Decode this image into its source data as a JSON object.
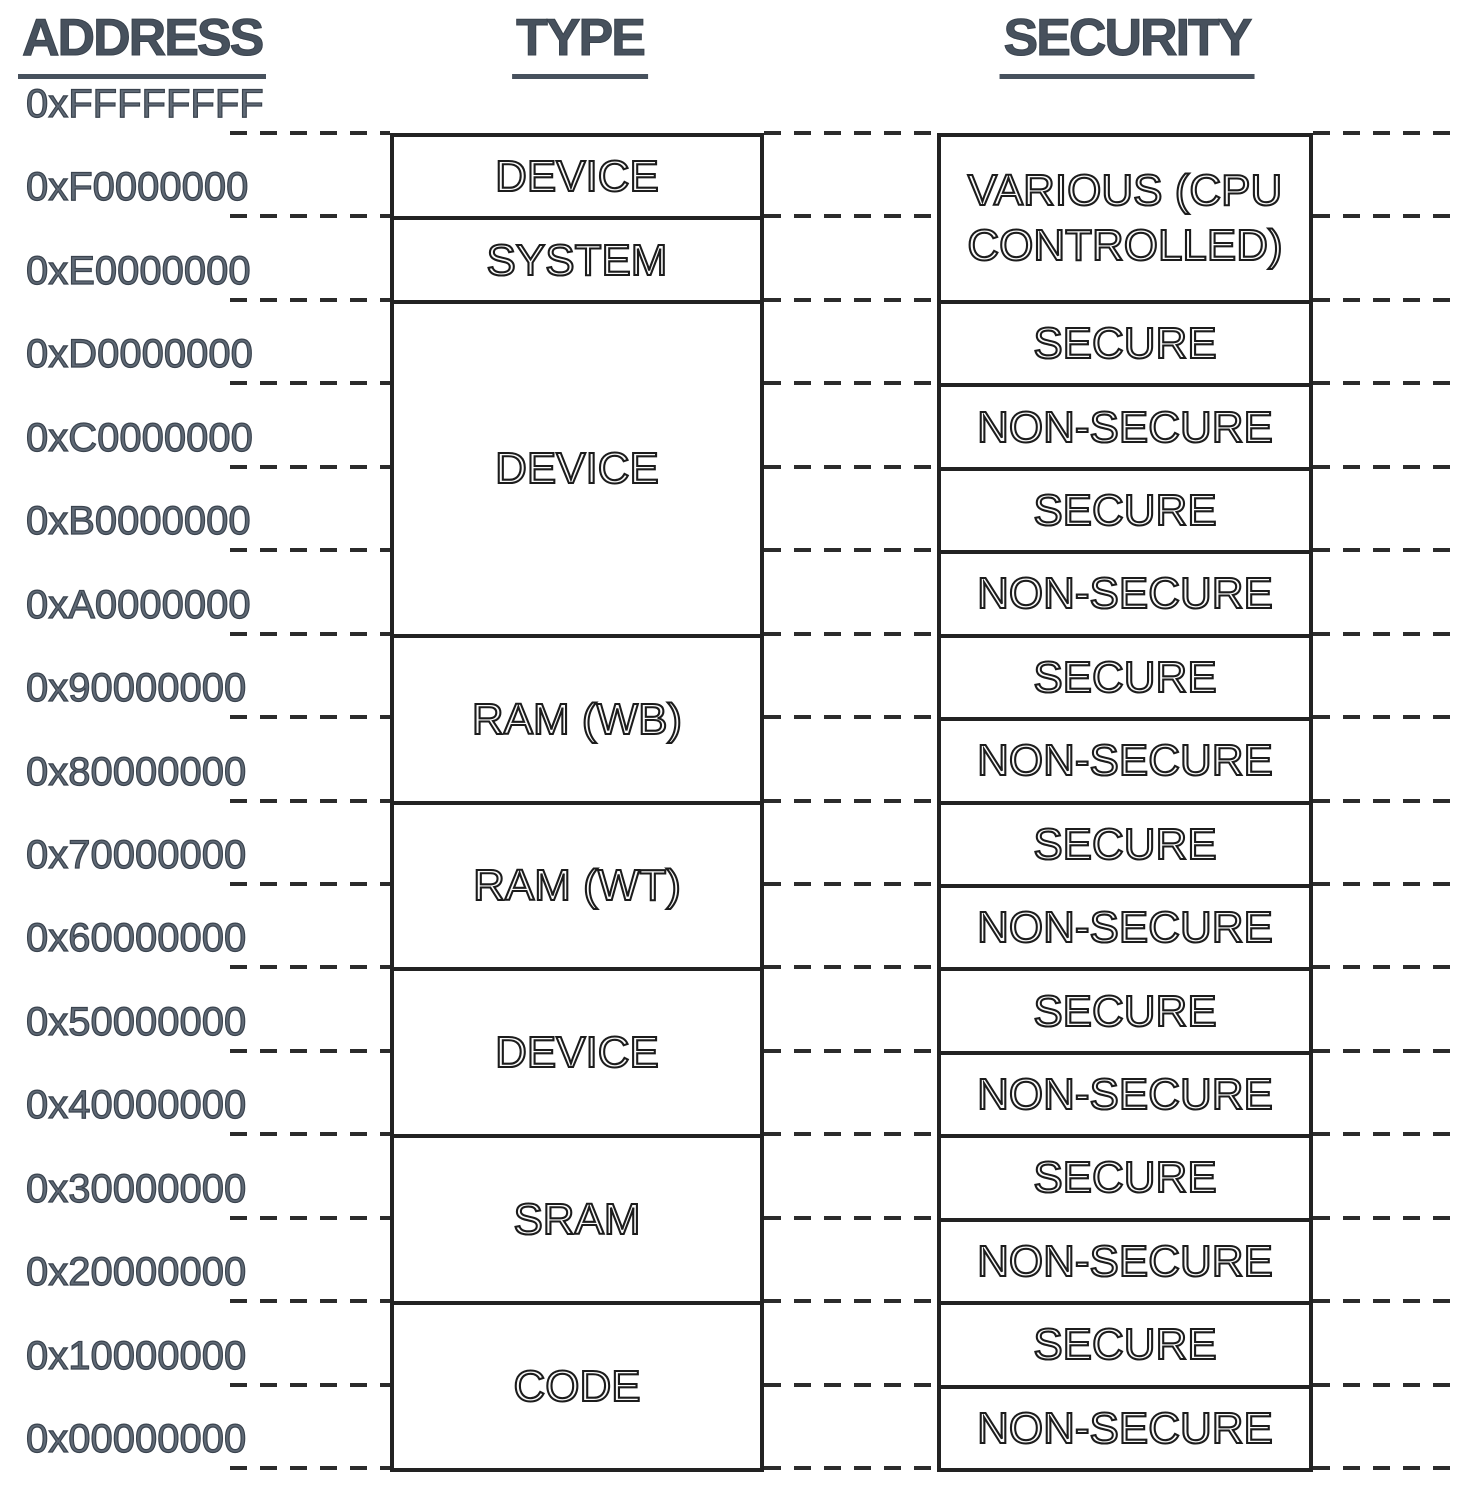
{
  "diagram": {
    "columns": {
      "address": {
        "header": "ADDRESS"
      },
      "type": {
        "header": "TYPE"
      },
      "security": {
        "header": "SECURITY"
      }
    },
    "addresses": [
      "0xFFFFFFFF",
      "0xF0000000",
      "0xE0000000",
      "0xD0000000",
      "0xC0000000",
      "0xB0000000",
      "0xA0000000",
      "0x90000000",
      "0x80000000",
      "0x70000000",
      "0x60000000",
      "0x50000000",
      "0x40000000",
      "0x30000000",
      "0x20000000",
      "0x10000000",
      "0x00000000"
    ],
    "type_segments": [
      {
        "label": "DEVICE",
        "span": 1
      },
      {
        "label": "SYSTEM",
        "span": 1
      },
      {
        "label": "DEVICE",
        "span": 4
      },
      {
        "label": "RAM (WB)",
        "span": 2
      },
      {
        "label": "RAM (WT)",
        "span": 2
      },
      {
        "label": "DEVICE",
        "span": 2
      },
      {
        "label": "SRAM",
        "span": 2
      },
      {
        "label": "CODE",
        "span": 2
      }
    ],
    "security_segments": [
      {
        "label": "VARIOUS (CPU CONTROLLED)",
        "span": 2
      },
      {
        "label": "SECURE",
        "span": 1
      },
      {
        "label": "NON-SECURE",
        "span": 1
      },
      {
        "label": "SECURE",
        "span": 1
      },
      {
        "label": "NON-SECURE",
        "span": 1
      },
      {
        "label": "SECURE",
        "span": 1
      },
      {
        "label": "NON-SECURE",
        "span": 1
      },
      {
        "label": "SECURE",
        "span": 1
      },
      {
        "label": "NON-SECURE",
        "span": 1
      },
      {
        "label": "SECURE",
        "span": 1
      },
      {
        "label": "NON-SECURE",
        "span": 1
      },
      {
        "label": "SECURE",
        "span": 1
      },
      {
        "label": "NON-SECURE",
        "span": 1
      },
      {
        "label": "SECURE",
        "span": 1
      },
      {
        "label": "NON-SECURE",
        "span": 1
      }
    ],
    "colors": {
      "background": "#ffffff",
      "header_text": "#47515d",
      "address_text": "#5f6975",
      "box_border": "#222222",
      "box_label_outline": "#1c1c1c",
      "dashed_line": "#2b2b2b"
    }
  }
}
